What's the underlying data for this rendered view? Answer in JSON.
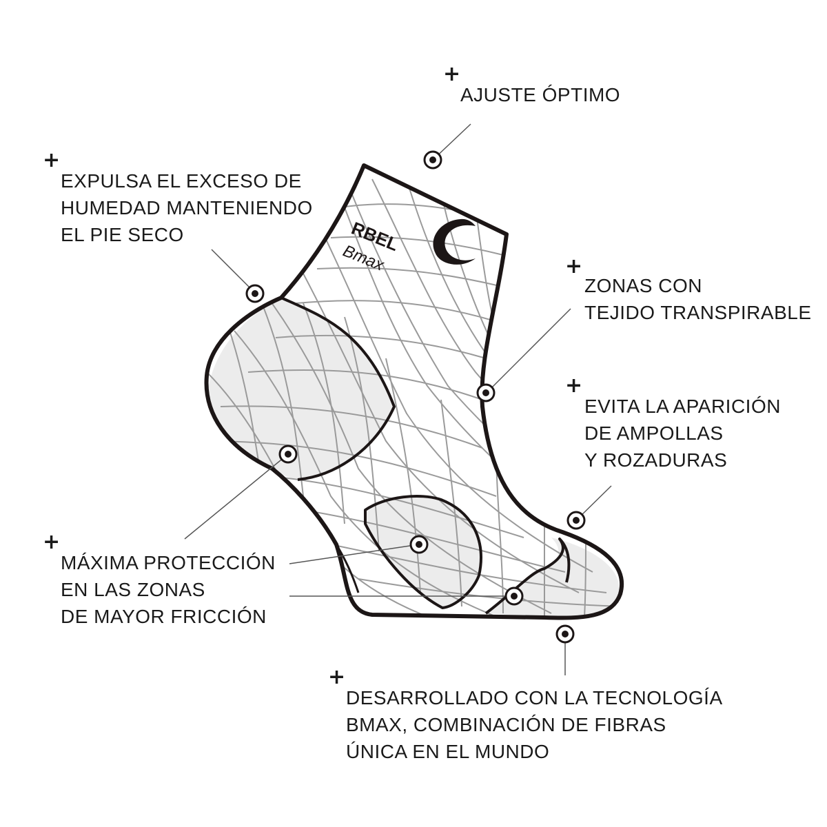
{
  "callouts": [
    {
      "id": "ajuste",
      "lines": [
        "AJUSTE ÓPTIMO"
      ]
    },
    {
      "id": "humedad",
      "lines": [
        "EXPULSA EL EXCESO DE",
        "HUMEDAD MANTENIENDO",
        "EL PIE SECO"
      ]
    },
    {
      "id": "transpirable",
      "lines": [
        "ZONAS CON",
        "TEJIDO TRANSPIRABLE"
      ]
    },
    {
      "id": "ampollas",
      "lines": [
        "EVITA LA APARICIÓN",
        "DE AMPOLLAS",
        "Y ROZADURAS"
      ]
    },
    {
      "id": "proteccion",
      "lines": [
        "MÁXIMA PROTECCIÓN",
        "EN LAS ZONAS",
        "DE MAYOR FRICCIÓN"
      ]
    },
    {
      "id": "bmax",
      "lines": [
        "DESARROLLADO CON LA TECNOLOGÍA",
        "BMAX, COMBINACIÓN DE FIBRAS",
        "ÚNICA EN EL MUNDO"
      ]
    }
  ],
  "plus_symbol": "+",
  "logo": {
    "brand": "RBEL",
    "sub": "Bmax"
  },
  "colors": {
    "outline": "#1c1616",
    "grid": "#9a9a9a",
    "shade": "#ececec",
    "text": "#1a1a1a"
  }
}
